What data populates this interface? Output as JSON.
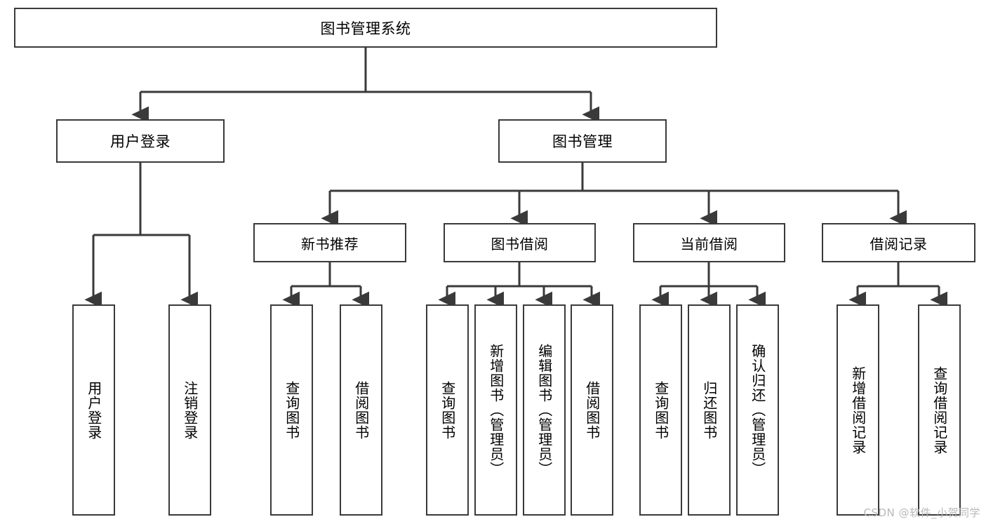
{
  "diagram": {
    "title": "图书管理系统",
    "type": "tree-hierarchy-chart",
    "stroke_color": "#3a3a3a",
    "fill_color": "#ffffff",
    "root": {
      "label": "图书管理系统"
    },
    "level2": [
      {
        "label": "用户登录"
      },
      {
        "label": "图书管理"
      }
    ],
    "level3": [
      {
        "label": "新书推荐"
      },
      {
        "label": "图书借阅"
      },
      {
        "label": "当前借阅"
      },
      {
        "label": "借阅记录"
      }
    ],
    "leaves": {
      "user_login": [
        {
          "label": "用户登录"
        },
        {
          "label": "注销登录"
        }
      ],
      "new_book_recommend": [
        {
          "label": "查询图书"
        },
        {
          "label": "借阅图书"
        }
      ],
      "book_borrow": [
        {
          "label": "查询图书"
        },
        {
          "label": "新增图书（管理员）"
        },
        {
          "label": "编辑图书（管理员）"
        },
        {
          "label": "借阅图书"
        }
      ],
      "current_borrow": [
        {
          "label": "查询图书"
        },
        {
          "label": "归还图书"
        },
        {
          "label": "确认归还（管理员）"
        }
      ],
      "borrow_record": [
        {
          "label": "新增借阅记录"
        },
        {
          "label": "查询借阅记录"
        }
      ]
    }
  },
  "watermark": {
    "text": "CSDN @软件_小贺同学"
  }
}
